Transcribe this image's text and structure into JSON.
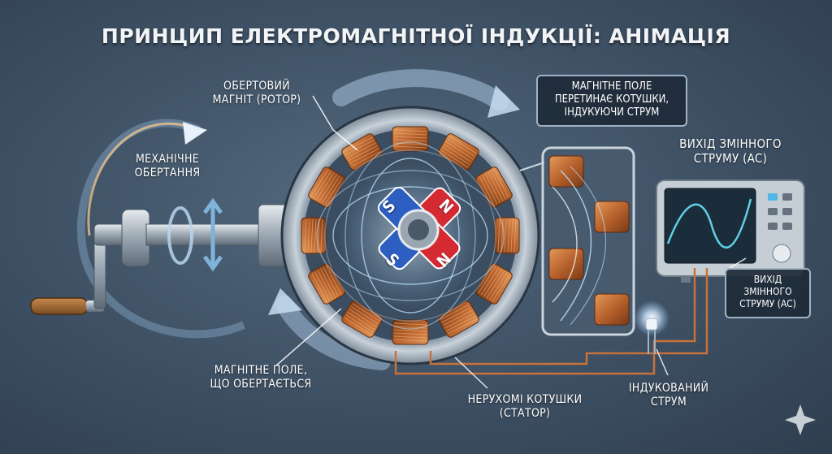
{
  "title": "ПРИНЦИП ЕЛЕКТРОМАГНІТНОЇ ІНДУКЦІЇ: АНІМАЦІЯ",
  "labels": {
    "rotor": [
      "ОБЕРТОВИЙ",
      "МАГНІТ (РОТОР)"
    ],
    "mechanical": [
      "МЕХАНІЧНЕ",
      "ОБЕРТАННЯ"
    ],
    "field_crossing": [
      "МАГНІТНЕ ПОЛЕ",
      "ПЕРЕТИНАЄ КОТУШКИ,",
      "ІНДУКУЮЧИ СТРУМ"
    ],
    "ac_output_top": [
      "ВИХІД ЗМІННОГО",
      "СТРУМУ (AC)"
    ],
    "ac_output_box": [
      "ВИХІД",
      "ЗМІННОГО",
      "СТРУМУ (AC)"
    ],
    "rotating_field": [
      "МАГНІТНЕ ПОЛЕ,",
      "ЩО ОБЕРТАЄТЬСЯ"
    ],
    "stator": [
      "НЕРУХОМІ КОТУШКИ",
      "(СТАТОР)"
    ],
    "induced_current": [
      "ІНДУКОВАНИЙ",
      "СТРУМ"
    ]
  },
  "magnet_poles": {
    "north": "N",
    "south": "S"
  },
  "colors": {
    "north_pole": "#d62a33",
    "south_pole": "#2d5fc2",
    "copper": "#c7723a",
    "field_lines": "#bfe4ff",
    "scope_wave": "#5fd0e8"
  },
  "icons": [
    "crank-handle-icon",
    "rotation-arrow-icon",
    "led-icon",
    "oscilloscope-icon",
    "sparkle-icon"
  ]
}
